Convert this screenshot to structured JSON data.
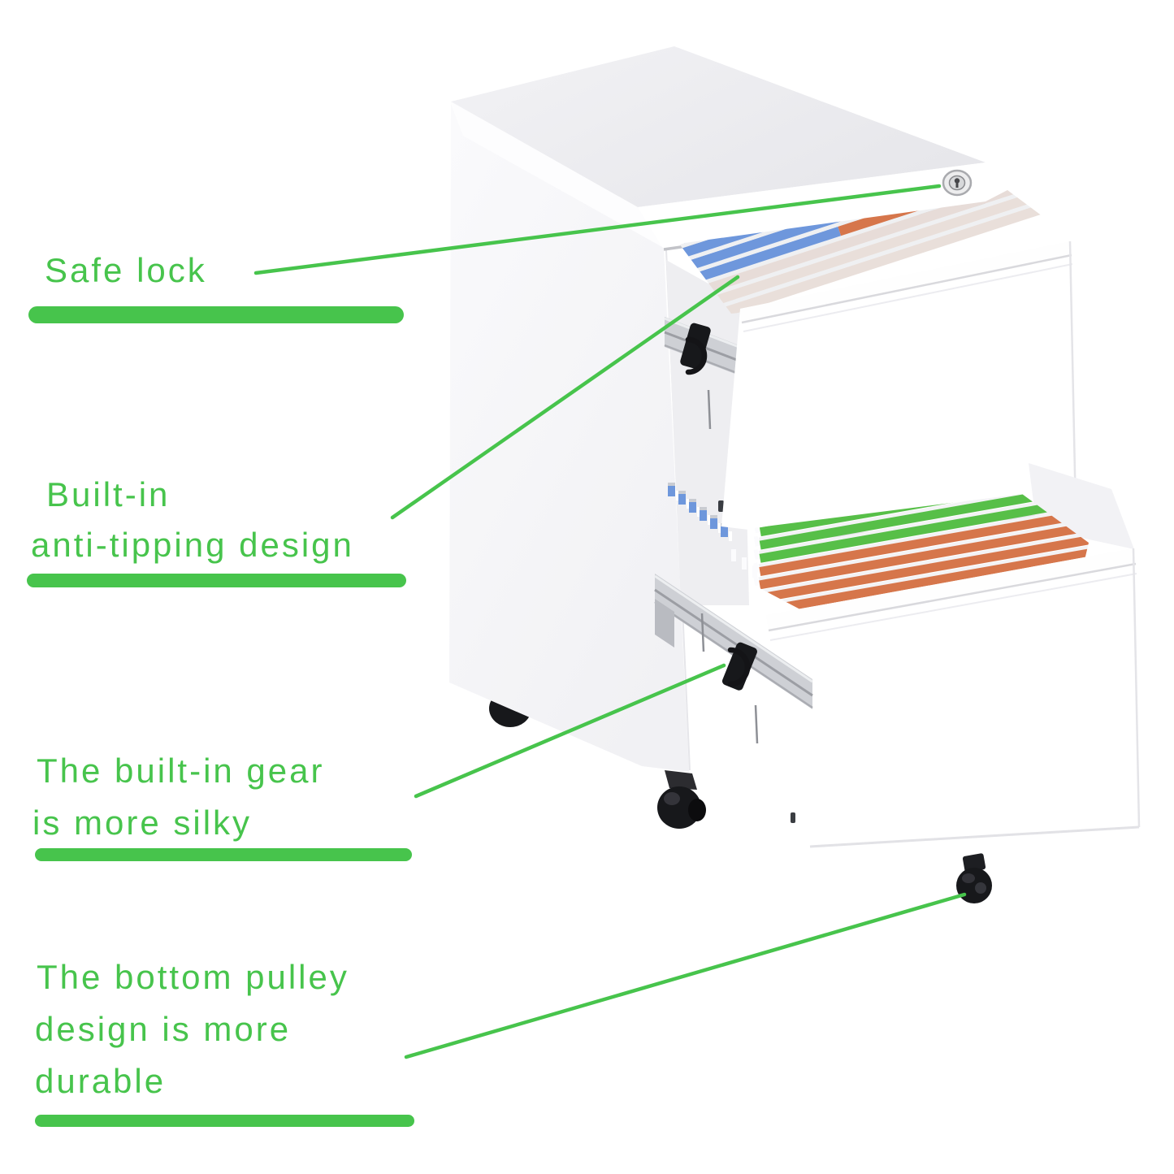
{
  "background": "#ffffff",
  "annotation_color": "#47c44c",
  "illustration_colors": {
    "cabinet_white": "#ffffff",
    "top_face_gray": "#ececef",
    "side_panel_gray": "#f6f6f9",
    "file_blue": "#6e97dc",
    "file_orange": "#d6764b",
    "file_green": "#57bf48",
    "rail_gray": "#ced0d5",
    "hardware_black": "#17181b"
  },
  "labels": [
    {
      "id": "safe-lock",
      "lines": [
        "Safe lock"
      ]
    },
    {
      "id": "anti-tipping",
      "lines": [
        "Built-in",
        "anti-tipping design"
      ]
    },
    {
      "id": "gear",
      "lines": [
        "The built-in gear",
        "is more silky"
      ]
    },
    {
      "id": "pulley",
      "lines": [
        "The bottom pulley",
        "design is more",
        "durable"
      ]
    }
  ]
}
